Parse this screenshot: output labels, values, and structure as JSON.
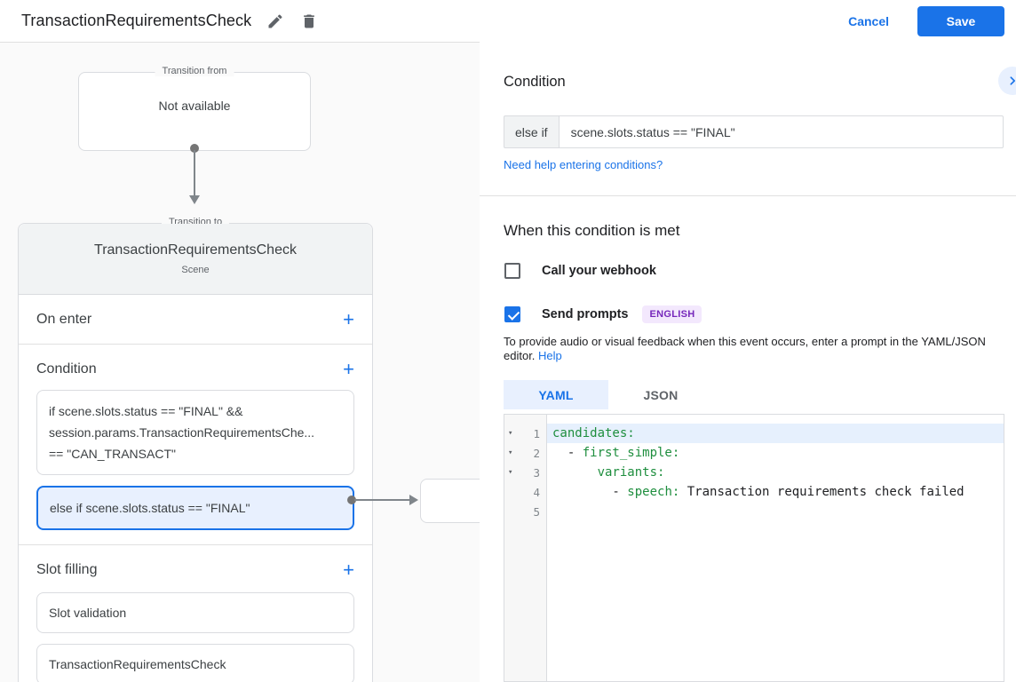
{
  "header": {
    "title": "TransactionRequirementsCheck",
    "cancel_label": "Cancel",
    "save_label": "Save"
  },
  "icons": {
    "plus": "+",
    "fold": "▾"
  },
  "canvas": {
    "transition_from": {
      "legend": "Transition from",
      "content": "Not available"
    },
    "scene": {
      "legend": "Transition to",
      "title": "TransactionRequirementsCheck",
      "type": "Scene",
      "on_enter_label": "On enter",
      "condition_label": "Condition",
      "condition_1": {
        "line1": "if scene.slots.status == \"FINAL\" &&",
        "line2": "session.params.TransactionRequirementsChe...",
        "line3": "== \"CAN_TRANSACT\""
      },
      "condition_2": {
        "text": "else if scene.slots.status == \"FINAL\""
      },
      "slot_filling_label": "Slot filling",
      "slot_1": "Slot validation",
      "slot_2": "TransactionRequirementsCheck"
    }
  },
  "panel": {
    "title": "Condition",
    "condition_prefix": "else if",
    "condition_value": "scene.slots.status == \"FINAL\"",
    "help_link": "Need help entering conditions?",
    "section_title": "When this condition is met",
    "webhook_label": "Call your webhook",
    "prompts_label": "Send prompts",
    "language_badge": "ENGLISH",
    "description": "To provide audio or visual feedback when this event occurs, enter a prompt in the YAML/JSON editor. ",
    "description_link": "Help",
    "tab_yaml": "YAML",
    "tab_json": "JSON",
    "editor": {
      "lines": [
        {
          "num": "1",
          "indent": "",
          "key": "candidates:",
          "value": ""
        },
        {
          "num": "2",
          "indent": "  - ",
          "key": "first_simple:",
          "value": ""
        },
        {
          "num": "3",
          "indent": "      ",
          "key": "variants:",
          "value": ""
        },
        {
          "num": "4",
          "indent": "        - ",
          "key": "speech:",
          "value": " Transaction requirements check failed"
        },
        {
          "num": "5",
          "indent": "",
          "key": "",
          "value": ""
        }
      ]
    }
  },
  "colors": {
    "accent": "#1a73e8",
    "accent_light": "#e8f0fe",
    "badge_bg": "#f3e8fd",
    "badge_text": "#7627bb",
    "code_key_green": "#1e8e3e",
    "canvas_bg": "#fafafa"
  }
}
